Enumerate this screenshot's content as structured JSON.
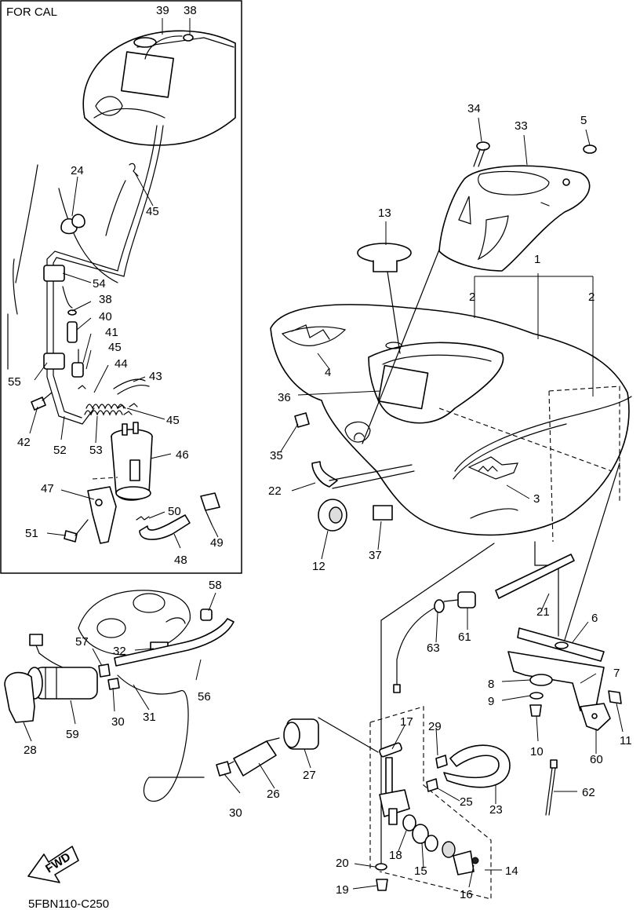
{
  "inset_label": "FOR CAL",
  "diagram_code": "5FBN110-C250",
  "fwd_label": "FWD",
  "callouts": {
    "c1": "1",
    "c2a": "2",
    "c2b": "2",
    "c3": "3",
    "c4": "4",
    "c5": "5",
    "c6": "6",
    "c7": "7",
    "c8": "8",
    "c9": "9",
    "c10": "10",
    "c11": "11",
    "c12": "12",
    "c13": "13",
    "c14": "14",
    "c15": "15",
    "c16": "16",
    "c17": "17",
    "c18": "18",
    "c19": "19",
    "c20": "20",
    "c21": "21",
    "c22": "22",
    "c23": "23",
    "c24": "24",
    "c25": "25",
    "c26": "26",
    "c27": "27",
    "c28": "28",
    "c29": "29",
    "c30a": "30",
    "c30b": "30",
    "c31": "31",
    "c32": "32",
    "c33": "33",
    "c34": "34",
    "c35": "35",
    "c36": "36",
    "c37": "37",
    "c38a": "38",
    "c38b": "38",
    "c39": "39",
    "c40": "40",
    "c41": "41",
    "c42": "42",
    "c43": "43",
    "c44": "44",
    "c45a": "45",
    "c45b": "45",
    "c45c": "45",
    "c46": "46",
    "c47": "47",
    "c48": "48",
    "c49": "49",
    "c50": "50",
    "c51": "51",
    "c52": "52",
    "c53": "53",
    "c54": "54",
    "c55": "55",
    "c56": "56",
    "c57": "57",
    "c58": "58",
    "c59": "59",
    "c60": "60",
    "c61": "61",
    "c62": "62",
    "c63": "63"
  }
}
